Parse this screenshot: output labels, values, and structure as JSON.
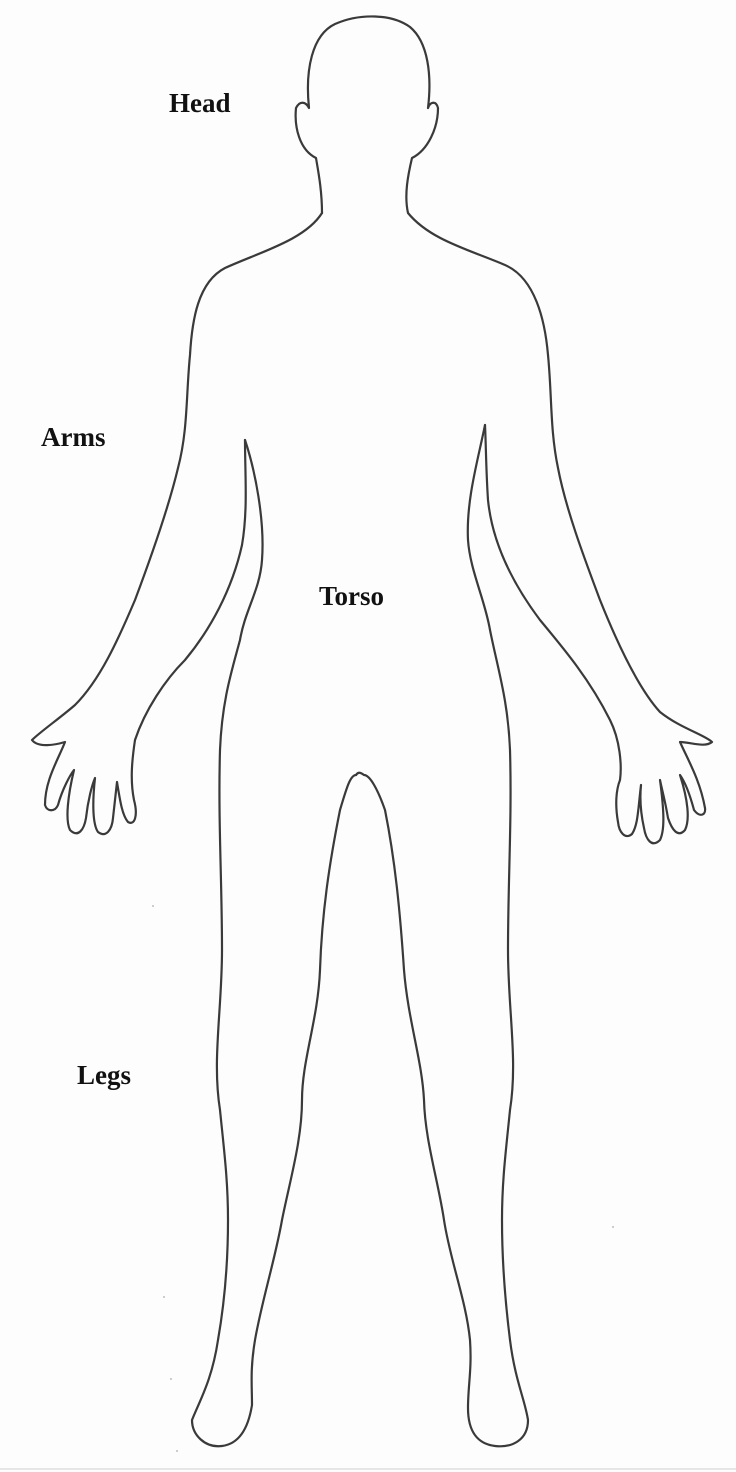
{
  "labels": {
    "head": "Head",
    "arms": "Arms",
    "torso": "Torso",
    "legs": "Legs"
  },
  "colors": {
    "outline": "#3a3a3a",
    "label_text": "#111111",
    "background": "#fdfdfd"
  }
}
